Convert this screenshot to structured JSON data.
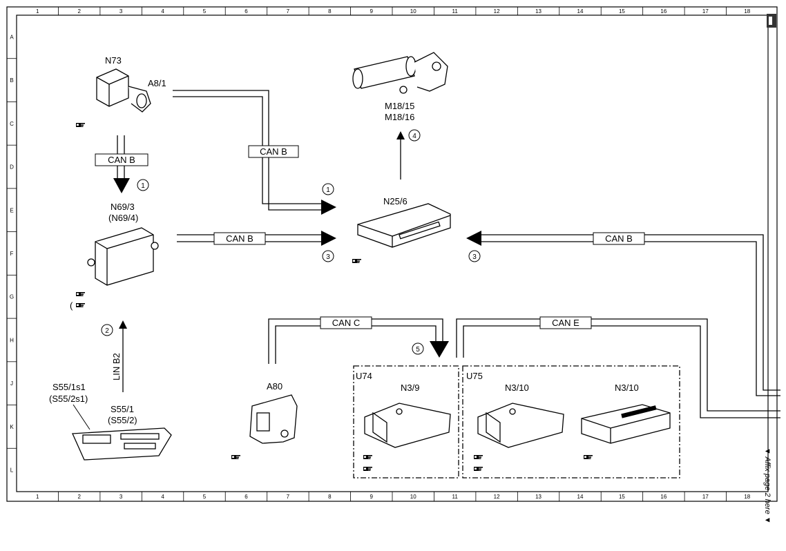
{
  "grid": {
    "columns": [
      "1",
      "2",
      "3",
      "4",
      "5",
      "6",
      "7",
      "8",
      "9",
      "10",
      "11",
      "12",
      "13",
      "14",
      "15",
      "16",
      "17",
      "18"
    ],
    "rows": [
      "A",
      "B",
      "C",
      "D",
      "E",
      "F",
      "G",
      "H",
      "J",
      "K",
      "L"
    ]
  },
  "components": {
    "n73": "N73",
    "a8_1": "A8/1",
    "m18_15": "M18/15",
    "m18_16": "M18/16",
    "n69_3": "N69/3",
    "n69_4": "(N69/4)",
    "n25_6": "N25/6",
    "s55_1s1": "S55/1s1",
    "s55_2s1": "(S55/2s1)",
    "s55_1": "S55/1",
    "s55_2": "(S55/2)",
    "a80": "A80",
    "u74": "U74",
    "u75": "U75",
    "n3_9": "N3/9",
    "n3_10a": "N3/10",
    "n3_10b": "N3/10"
  },
  "buses": {
    "can_b_1": "CAN B",
    "can_b_2": "CAN B",
    "can_b_3": "CAN B",
    "can_b_4": "CAN B",
    "can_c": "CAN C",
    "can_e": "CAN E",
    "lin_b2": "LIN B2"
  },
  "steps": {
    "s1a": "1",
    "s1b": "1",
    "s2": "2",
    "s3a": "3",
    "s3b": "3",
    "s4": "4",
    "s5": "5"
  },
  "misc": {
    "paren_open": "(",
    "affix_note": "▼ Affix page 2 here ▼"
  },
  "icons": {
    "reference": "pointing-hand-icon"
  }
}
